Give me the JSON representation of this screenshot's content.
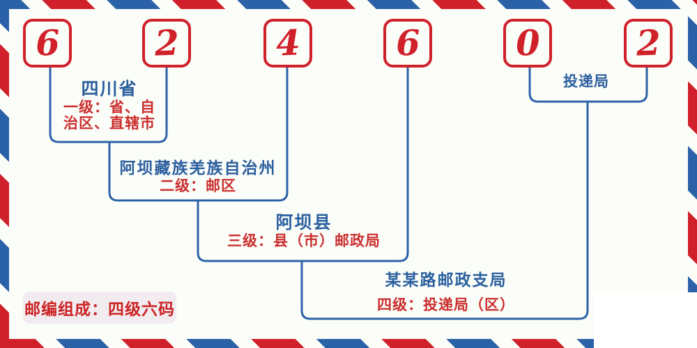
{
  "postal_code": {
    "value": "624602",
    "digits": [
      "6",
      "2",
      "4",
      "6",
      "0",
      "2"
    ]
  },
  "labels": [
    {
      "title": "四川省",
      "desc_lines": [
        "一级：省、自",
        "治区、直辖市"
      ]
    },
    {
      "title": "阿坝藏族羌族自治州",
      "desc_lines": [
        "二级：邮区"
      ]
    },
    {
      "title": "阿坝县",
      "desc_lines": [
        "三级：县（市）邮政局"
      ]
    },
    {
      "title": "某某路邮政支局",
      "desc_lines": [
        "四级：投递局（区）"
      ]
    },
    {
      "title": "投递局",
      "desc_lines": []
    }
  ],
  "badge": {
    "text": "邮编组成：四级六码"
  },
  "colors": {
    "stripe_red": "#d0202a",
    "stripe_blue": "#2b62a7",
    "digit_red": "#d0202a",
    "line_blue": "#2b62a7",
    "title_blue": "#2b5f9e",
    "desc_red": "#cb2e2e",
    "background": "#fbfdf8",
    "badge_background": "#f2ecf1"
  }
}
